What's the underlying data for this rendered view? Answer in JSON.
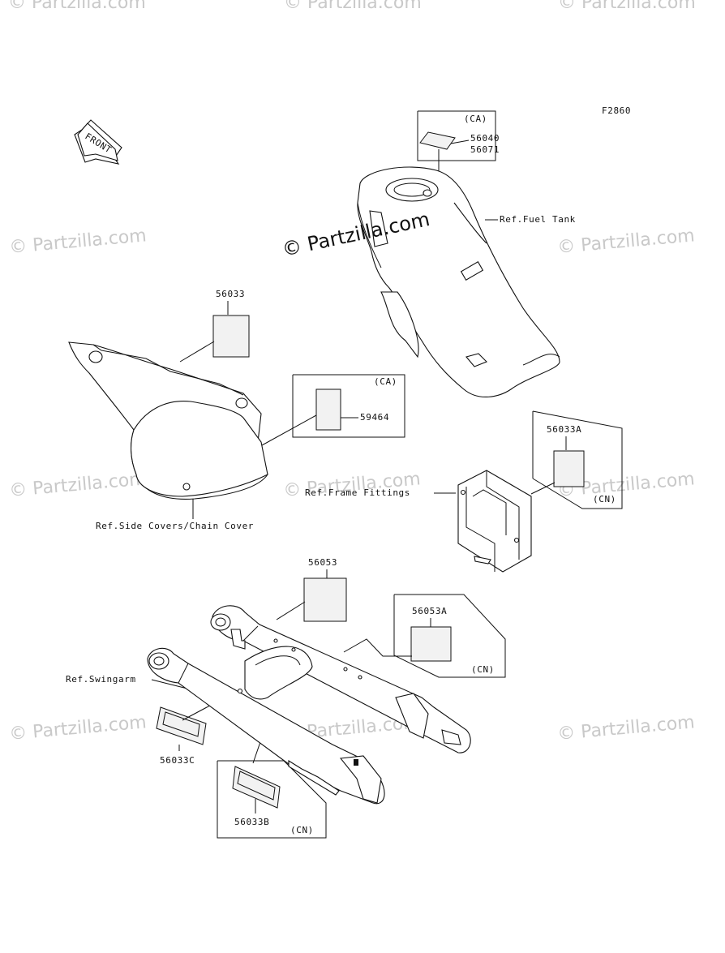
{
  "diagram": {
    "figure_code": "F2860",
    "front_arrow_label": "FRONT",
    "watermark": "© Partzilla.com",
    "watermark_main": "© Partzilla.com",
    "labels": {
      "ca_fuel": "(CA)",
      "p56040": "56040",
      "p56071": "56071",
      "ref_fuel_tank": "Ref.Fuel Tank",
      "p56033": "56033",
      "ca_side": "(CA)",
      "p59464": "59464",
      "p56033a": "56033A",
      "cn_frame": "(CN)",
      "ref_frame_fittings": "Ref.Frame Fittings",
      "ref_side_covers": "Ref.Side Covers/Chain Cover",
      "p56053": "56053",
      "p56053a": "56053A",
      "cn_swing": "(CN)",
      "ref_swingarm": "Ref.Swingarm",
      "p56033c": "56033C",
      "p56033b": "56033B",
      "cn_bottom": "(CN)"
    }
  }
}
